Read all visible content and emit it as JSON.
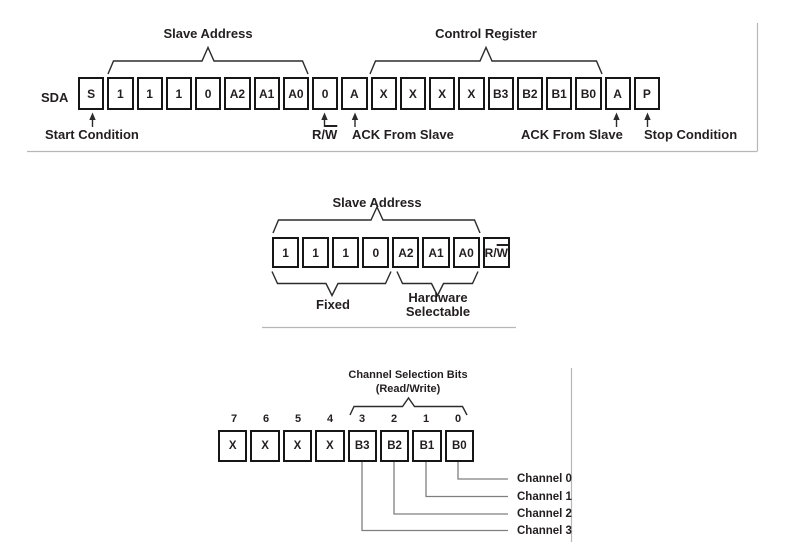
{
  "colors": {
    "text": "#231f20",
    "box_border": "#161616",
    "brace_stroke": "#2b2b2b",
    "divider_gray": "#b7b7b7",
    "connector_gray": "#7f7f7f",
    "background": "#ffffff"
  },
  "d1": {
    "signal_label": "SDA",
    "bits": [
      "S",
      "1",
      "1",
      "1",
      "0",
      "A2",
      "A1",
      "A0",
      "0",
      "A",
      "X",
      "X",
      "X",
      "X",
      "B3",
      "B2",
      "B1",
      "B0",
      "A",
      "P"
    ],
    "slave_address_title": "Slave Address",
    "control_register_title": "Control Register",
    "start_condition_label": "Start Condition",
    "rw_prefix": "R/",
    "rw_overline": "W",
    "ack_from_slave_1": "ACK From Slave",
    "ack_from_slave_2": "ACK From Slave",
    "stop_condition_label": "Stop Condition"
  },
  "d2": {
    "title": "Slave Address",
    "bits": [
      "1",
      "1",
      "1",
      "0",
      "A2",
      "A1",
      "A0"
    ],
    "rw_prefix": "R/",
    "rw_overline": "W",
    "fixed_label": "Fixed",
    "hardware_label_line1": "Hardware",
    "hardware_label_line2": "Selectable"
  },
  "d3": {
    "title_line1": "Channel Selection Bits",
    "title_line2": "(Read/Write)",
    "bit_numbers": [
      "7",
      "6",
      "5",
      "4",
      "3",
      "2",
      "1",
      "0"
    ],
    "bits": [
      "X",
      "X",
      "X",
      "X",
      "B3",
      "B2",
      "B1",
      "B0"
    ],
    "channels": [
      "Channel 0",
      "Channel 1",
      "Channel 2",
      "Channel 3"
    ]
  }
}
